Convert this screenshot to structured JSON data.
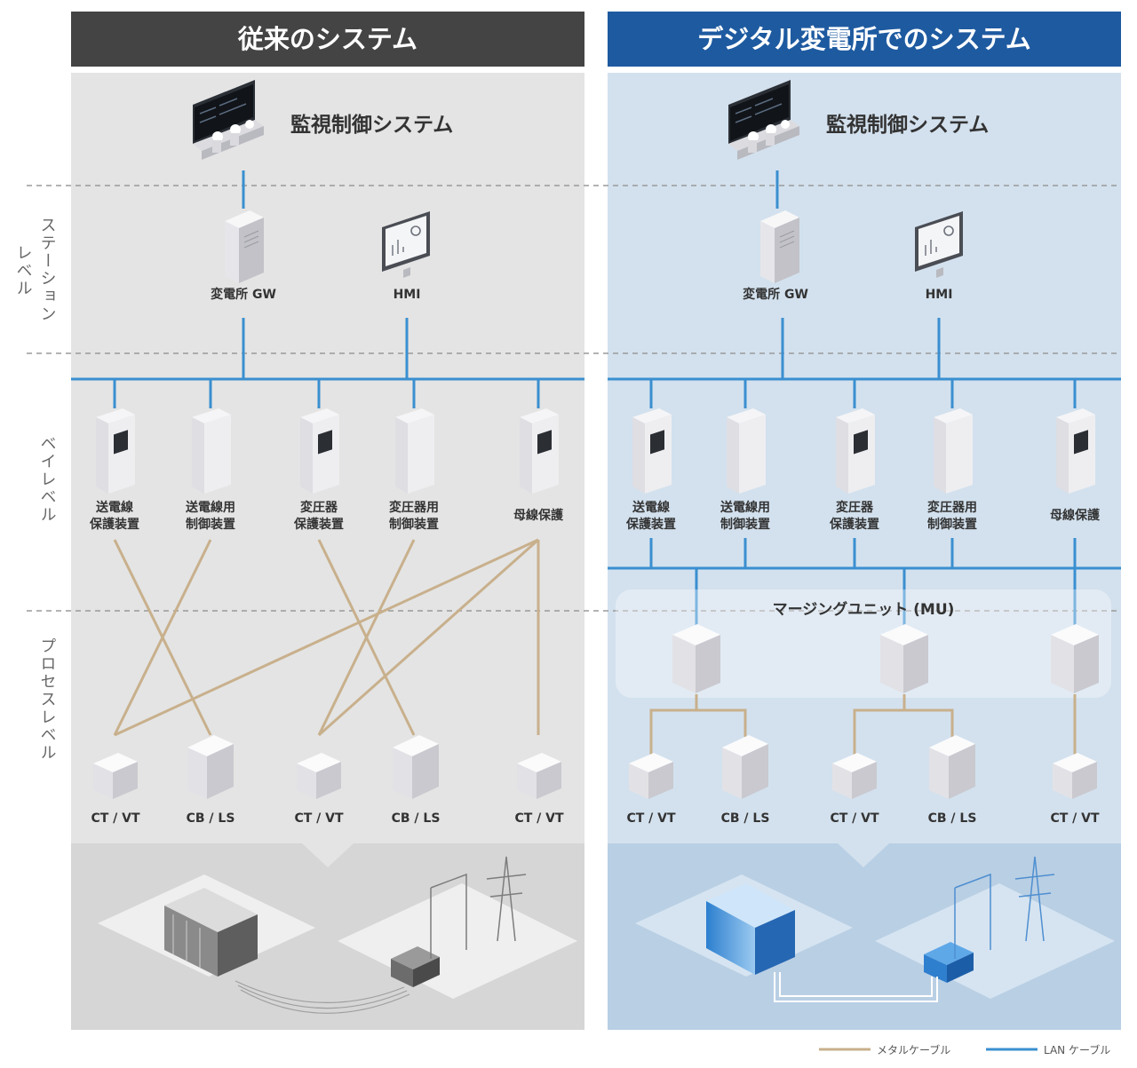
{
  "legacy": {
    "header": "従来のシステム",
    "scada": "監視制御システム",
    "gateway": "変電所 GW",
    "hmi": "HMI",
    "ieds": [
      {
        "l1": "送電線",
        "l2": "保護装置"
      },
      {
        "l1": "送電線用",
        "l2": "制御装置"
      },
      {
        "l1": "変圧器",
        "l2": "保護装置"
      },
      {
        "l1": "変圧器用",
        "l2": "制御装置"
      },
      {
        "l1": "母線保護",
        "l2": ""
      }
    ],
    "field": [
      "CT / VT",
      "CB / LS",
      "CT / VT",
      "CB / LS",
      "CT / VT"
    ]
  },
  "digital": {
    "header": "デジタル変電所でのシステム",
    "scada": "監視制御システム",
    "gateway": "変電所 GW",
    "hmi": "HMI",
    "ieds": [
      {
        "l1": "送電線",
        "l2": "保護装置"
      },
      {
        "l1": "送電線用",
        "l2": "制御装置"
      },
      {
        "l1": "変圧器",
        "l2": "保護装置"
      },
      {
        "l1": "変圧器用",
        "l2": "制御装置"
      },
      {
        "l1": "母線保護",
        "l2": ""
      }
    ],
    "mu_label": "マージングユニット (MU)",
    "field": [
      "CT / VT",
      "CB / LS",
      "CT / VT",
      "CB / LS",
      "CT / VT"
    ]
  },
  "levels": {
    "station": [
      "ステーション",
      "レベル"
    ],
    "bay": "ベイレベル",
    "process": "プロセスレベル"
  },
  "legend": {
    "metal": "メタルケーブル",
    "lan": "LAN ケーブル"
  },
  "colors": {
    "legacy_header": "#444444",
    "digital_header": "#1e5aa0",
    "lan": "#3a8fd0",
    "metal": "#c8b08c",
    "legacy_bg": "#e4e4e4",
    "digital_bg": "#d3e1ee"
  }
}
